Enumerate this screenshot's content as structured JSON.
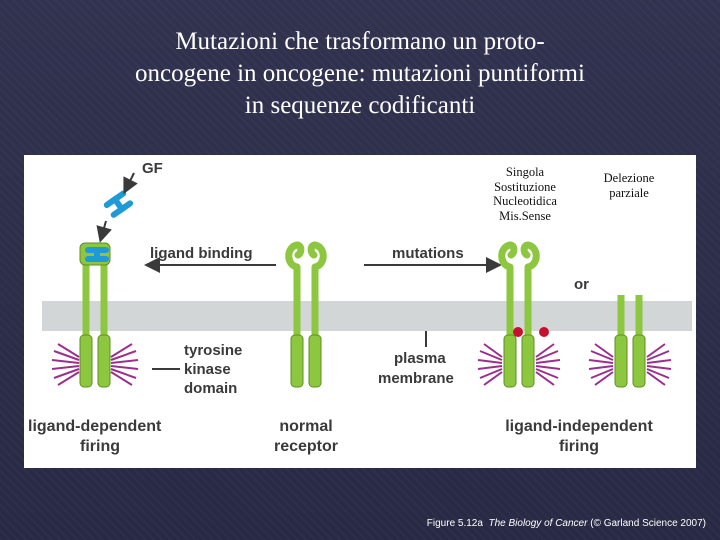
{
  "title": {
    "line1": "Mutazioni che trasformano un proto-",
    "line2": "oncogene in oncogene: mutazioni puntiformi",
    "line3": "in sequenze codificanti"
  },
  "notes": {
    "missense": [
      "Singola",
      "Sostituzione",
      "Nucleotidica",
      "Mis.Sense"
    ],
    "deletion": [
      "Delezione",
      "parziale"
    ]
  },
  "figure": {
    "labels": {
      "gf": "GF",
      "ligand_binding": "ligand binding",
      "mutations": "mutations",
      "or": "or",
      "tyrosine": "tyrosine",
      "kinase": "kinase",
      "domain": "domain",
      "plasma": "plasma",
      "membrane": "membrane",
      "ligand_dependent": "ligand-dependent",
      "firing_left": "firing",
      "normal": "normal",
      "receptor": "receptor",
      "ligand_independent": "ligand-independent",
      "firing_right": "firing"
    },
    "colors": {
      "receptor": "#8dc63f",
      "receptor_stroke": "#5e8e22",
      "ligand": "#1e9ad6",
      "membrane": "#d3d6d7",
      "signal": "#9c2f8e",
      "mutation_dot": "#c8102e",
      "text": "#3a3a3a"
    }
  },
  "caption": {
    "figure_no": "Figure 5.12a",
    "book": "The Biology of Cancer",
    "credit": "(© Garland Science 2007)"
  }
}
